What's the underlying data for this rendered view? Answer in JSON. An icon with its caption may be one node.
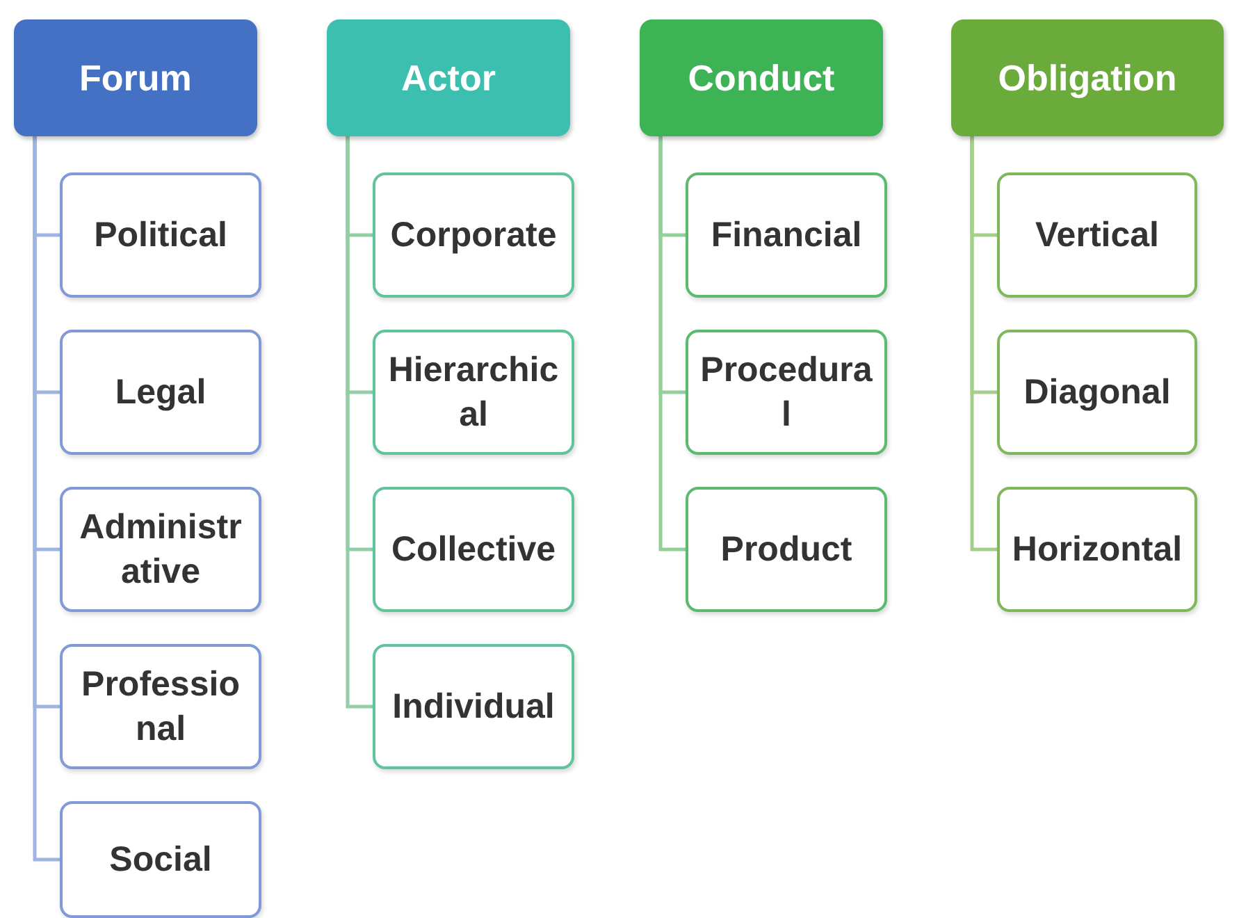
{
  "diagram": {
    "nodes": [
      {
        "text": [
          "Forum"
        ]
      },
      {
        "text": [
          "Political"
        ]
      },
      {
        "text": [
          "Legal"
        ]
      },
      {
        "text": [
          "Administrative"
        ]
      },
      {
        "text": [
          "Professional"
        ]
      },
      {
        "text": [
          "Social"
        ]
      },
      {
        "text": [
          "Actor"
        ]
      },
      {
        "text": [
          "Corporate"
        ]
      },
      {
        "text": [
          "Hierarchical"
        ]
      },
      {
        "text": [
          "Collective"
        ]
      },
      {
        "text": [
          "Individual"
        ]
      },
      {
        "text": [
          "Conduct"
        ]
      },
      {
        "text": [
          "Financial"
        ]
      },
      {
        "text": [
          "Procedural"
        ]
      },
      {
        "text": [
          "Product"
        ]
      },
      {
        "text": [
          "Obligation"
        ]
      },
      {
        "text": [
          "Vertical"
        ]
      },
      {
        "text": [
          "Diagonal"
        ]
      },
      {
        "text": [
          "Horizontal"
        ]
      }
    ],
    "edges": [
      {
        "from": 0,
        "to": 1,
        "arrow": "none",
        "color": "#9fb4e0"
      },
      {
        "from": 0,
        "to": 2,
        "arrow": "none",
        "color": "#9fb4e0"
      },
      {
        "from": 0,
        "to": 3,
        "arrow": "none",
        "color": "#9fb4e0"
      },
      {
        "from": 0,
        "to": 4,
        "arrow": "none",
        "color": "#9fb4e0"
      },
      {
        "from": 0,
        "to": 5,
        "arrow": "none",
        "color": "#9fb4e0"
      },
      {
        "from": 6,
        "to": 7,
        "arrow": "none",
        "color": "#93cfa6"
      },
      {
        "from": 6,
        "to": 8,
        "arrow": "none",
        "color": "#93cfa6"
      },
      {
        "from": 6,
        "to": 9,
        "arrow": "none",
        "color": "#93cfa6"
      },
      {
        "from": 6,
        "to": 10,
        "arrow": "none",
        "color": "#93cfa6"
      },
      {
        "from": 11,
        "to": 12,
        "arrow": "none",
        "color": "#93cf9b"
      },
      {
        "from": 11,
        "to": 13,
        "arrow": "none",
        "color": "#93cf9b"
      },
      {
        "from": 11,
        "to": 14,
        "arrow": "none",
        "color": "#93cf9b"
      },
      {
        "from": 15,
        "to": 16,
        "arrow": "none",
        "color": "#a6cf8a"
      },
      {
        "from": 15,
        "to": 17,
        "arrow": "none",
        "color": "#a6cf8a"
      },
      {
        "from": 15,
        "to": 18,
        "arrow": "none",
        "color": "#a6cf8a"
      }
    ]
  }
}
